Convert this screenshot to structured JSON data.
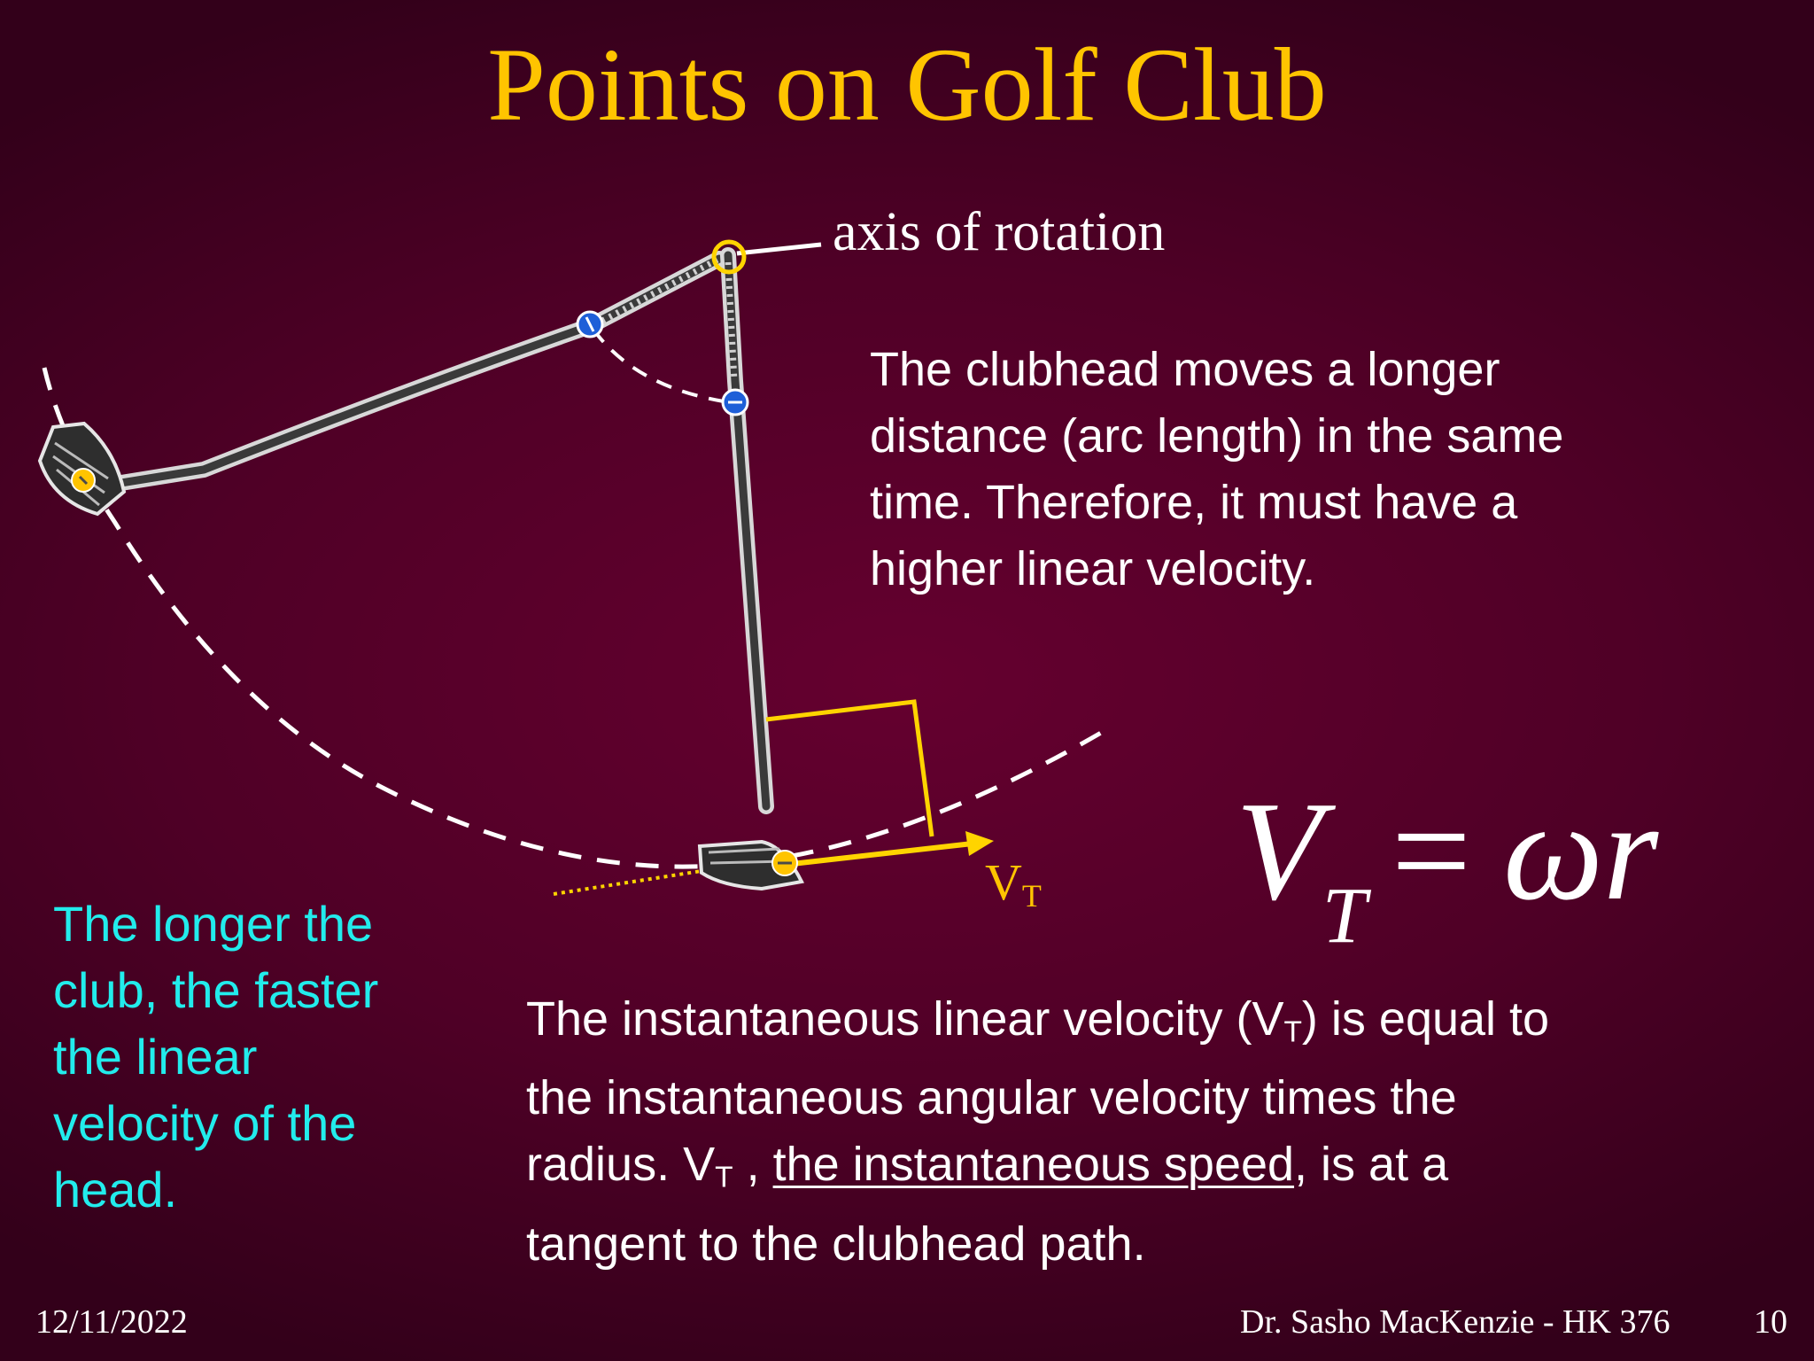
{
  "slide": {
    "title": "Points on Golf Club",
    "axis_label": "axis of rotation",
    "paragraph_1": [
      "The clubhead moves a longer",
      "distance (arc length) in the same",
      "time.  Therefore, it must have a",
      "higher linear velocity."
    ],
    "vt_label": {
      "main": "V",
      "sub": "T"
    },
    "formula": {
      "lhs": "V",
      "lhs_sub": "T",
      "eq": "=",
      "rhs": "ωr"
    },
    "cyan_text": [
      "The longer the",
      "club, the faster",
      "the linear",
      "velocity of the",
      "head."
    ],
    "paragraph_2": {
      "line1_pre": "The instantaneous linear velocity (V",
      "line1_sub": "T",
      "line1_post": ") is equal to",
      "line2": "the instantaneous angular velocity times the",
      "line3_pre": "radius. V",
      "line3_sub": "T",
      "line3_mid": " , ",
      "line3_underlined": "the instantaneous speed",
      "line3_post": ", is at a",
      "line4": "tangent to the clubhead path."
    },
    "footer": {
      "date": "12/11/2022",
      "author": "Dr. Sasho MacKenzie - HK 376",
      "page": "10"
    }
  },
  "colors": {
    "title": "#ffc400",
    "body_text": "#ffffff",
    "highlight": "#22ecec",
    "marker_yellow": "#ffd400",
    "marker_blue": "#1e5fd8",
    "background": "#55002a"
  },
  "icons": [
    "golf-club-icon",
    "rotation-axis-marker",
    "velocity-arrow",
    "right-angle-marker"
  ]
}
